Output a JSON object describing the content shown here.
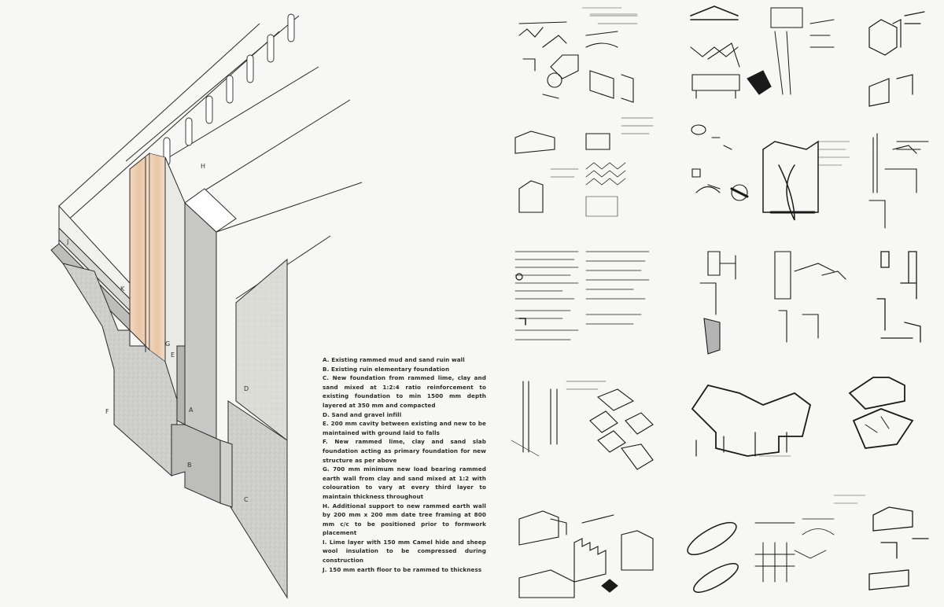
{
  "diagram": {
    "labels": {
      "A": "A",
      "B": "B",
      "C": "C",
      "D": "D",
      "E": "E",
      "F": "F",
      "G": "G",
      "H": "H",
      "J": "J",
      "K": "K"
    }
  },
  "legend": [
    {
      "key": "A",
      "text": "A. Existing rammed mud and sand ruin wall"
    },
    {
      "key": "B",
      "text": "B. Existing ruin elementary foundation"
    },
    {
      "key": "C",
      "text": "C. New foundation from rammed lime, clay and sand mixed at 1:2:4 ratio reinforcement to existing foundation to min 1500 mm depth layered at 350 mm and compacted"
    },
    {
      "key": "D",
      "text": "D. Sand and gravel infill"
    },
    {
      "key": "E",
      "text": "E. 200 mm cavity between existing and new to be maintained with ground laid to falls"
    },
    {
      "key": "F",
      "text": "F. New rammed lime, clay and sand slab foundation acting as primary foundation for new structure as per above"
    },
    {
      "key": "G",
      "text": "G. 700 mm minimum new load bearing rammed earth wall from clay and sand mixed at 1:2 with colouration to vary at every third layer to maintain thickness throughout"
    },
    {
      "key": "H",
      "text": "H. Additional support to new rammed earth wall by 200 mm x 200 mm date tree framing at 800 mm c/c to be positioned prior to formwork placement"
    },
    {
      "key": "I",
      "text": "I. Lime layer with 150 mm Camel hide and sheep wool insulation to be compressed during construction"
    },
    {
      "key": "J",
      "text": "J. 150 mm earth floor to be rammed to thickness"
    }
  ],
  "sketches": {
    "colors": {
      "ink": "#1a1a1a",
      "paper": "#ffffff"
    }
  }
}
